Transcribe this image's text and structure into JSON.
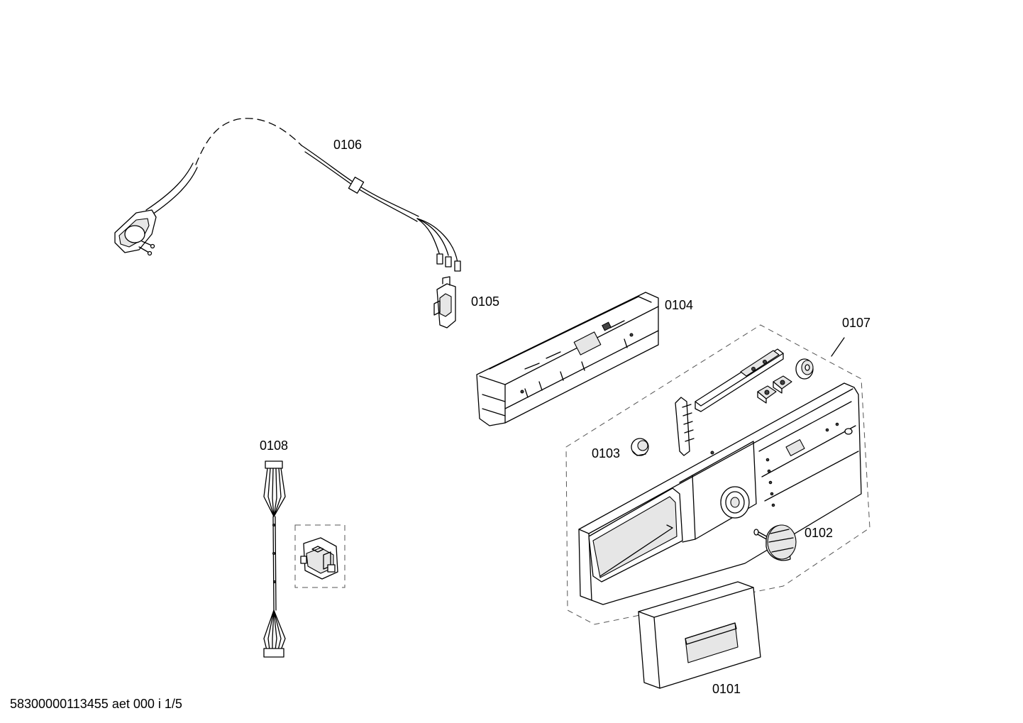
{
  "parts": {
    "p0101": "0101",
    "p0102": "0102",
    "p0103": "0103",
    "p0104": "0104",
    "p0105": "0105",
    "p0106": "0106",
    "p0107": "0107",
    "p0108": "0108"
  },
  "footer": "58300000113455 aet 000 i 1/5"
}
